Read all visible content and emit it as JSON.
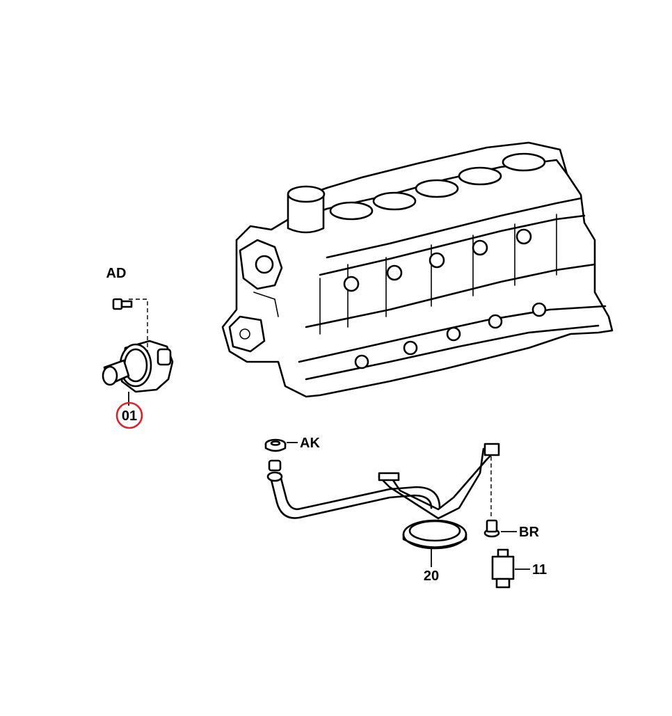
{
  "diagram": {
    "callouts": [
      {
        "id": "AD",
        "label": "AD"
      },
      {
        "id": "01",
        "label": "01",
        "highlighted": true
      },
      {
        "id": "AK",
        "label": "AK"
      },
      {
        "id": "BR",
        "label": "BR"
      },
      {
        "id": "20",
        "label": "20"
      },
      {
        "id": "11",
        "label": "11"
      }
    ],
    "highlight_color": "#e0202a",
    "line_color": "#000000"
  }
}
